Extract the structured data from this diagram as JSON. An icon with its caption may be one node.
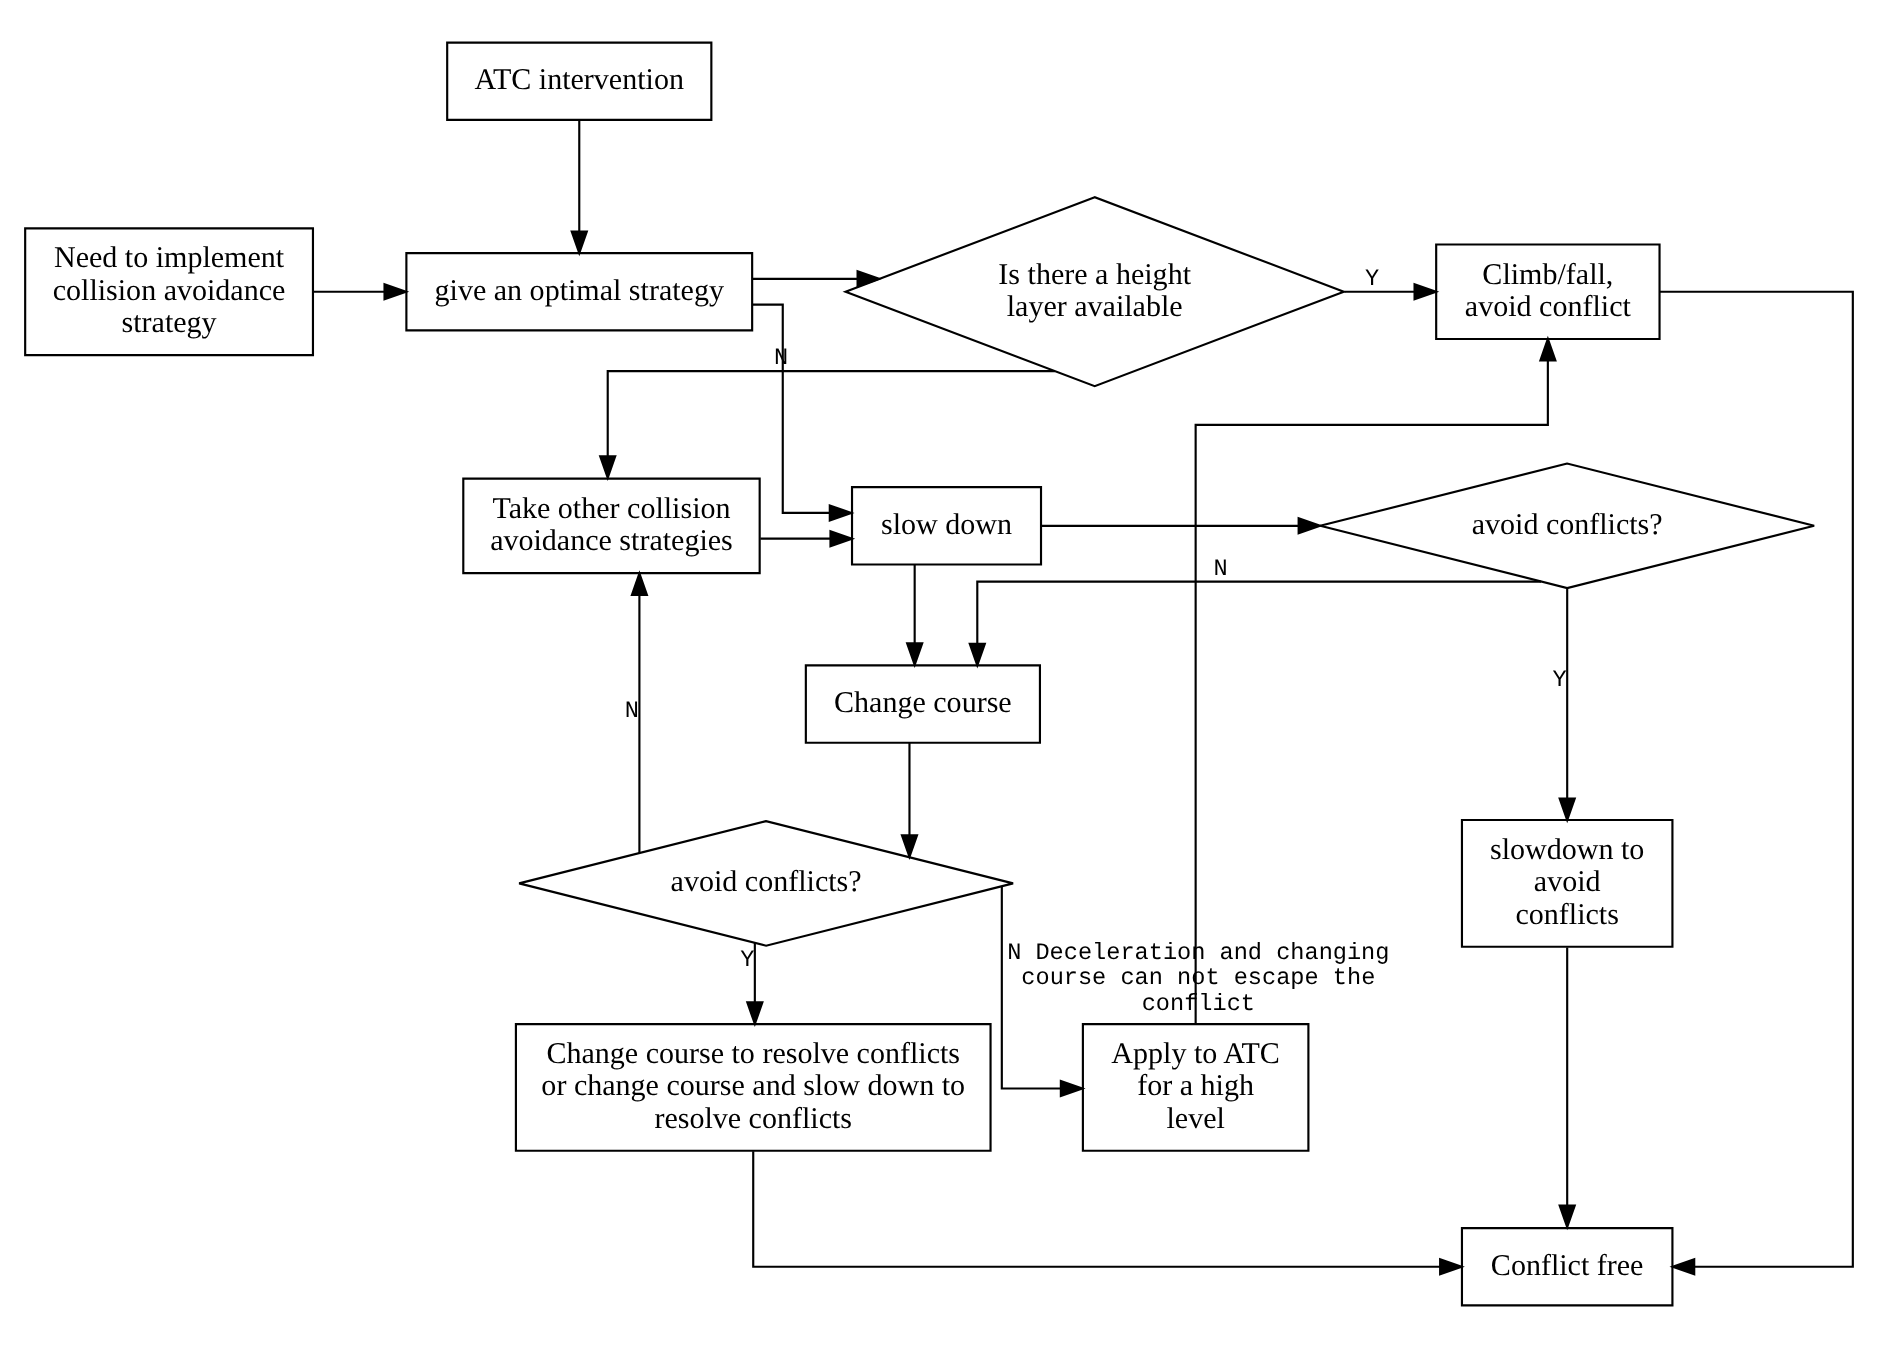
{
  "diagram": {
    "nodes": [
      {
        "text": [
          "ATC intervention"
        ]
      },
      {
        "text": [
          "Need to implement collision avoidance strategy"
        ]
      },
      {
        "text": [
          "give an optimal strategy"
        ]
      },
      {
        "text": [
          "Is there a height layer available"
        ]
      },
      {
        "text": [
          "Climb/fall, avoid conflict"
        ]
      },
      {
        "text": [
          "slow down"
        ]
      },
      {
        "text": [
          "Take other collision avoidance strategies"
        ]
      },
      {
        "text": [
          "avoid conflicts?"
        ]
      },
      {
        "text": [
          "slowdown to avoid conflicts"
        ]
      },
      {
        "text": [
          "Change course"
        ]
      },
      {
        "text": [
          "Apply to ATC for a high level"
        ]
      },
      {
        "text": [
          "avoid conflicts?"
        ]
      },
      {
        "text": [
          "Change course to resolve conflicts or change course and slow down to resolve conflicts"
        ]
      },
      {
        "text": [
          "Conflict free"
        ]
      }
    ],
    "edges": [
      {
        "from": 0,
        "to": 2,
        "arrow": "to"
      },
      {
        "from": 1,
        "to": 2,
        "arrow": "to"
      },
      {
        "from": 2,
        "to": 3,
        "arrow": "to"
      },
      {
        "from": 3,
        "to": 4,
        "arrow": "to",
        "label": "Y"
      },
      {
        "from": 3,
        "to": 6,
        "arrow": "to",
        "label": "N"
      },
      {
        "from": 2,
        "to": 5,
        "arrow": "to"
      },
      {
        "from": 6,
        "to": 5,
        "arrow": "to"
      },
      {
        "from": 5,
        "to": 7,
        "arrow": "to"
      },
      {
        "from": 7,
        "to": 8,
        "arrow": "to",
        "label": "Y"
      },
      {
        "from": 7,
        "to": 9,
        "arrow": "to",
        "label": "N"
      },
      {
        "from": 5,
        "to": 9,
        "arrow": "to"
      },
      {
        "from": 9,
        "to": 11,
        "arrow": "to"
      },
      {
        "from": 11,
        "to": 6,
        "arrow": "to",
        "label": "N"
      },
      {
        "from": 11,
        "to": 10,
        "arrow": "to",
        "label": "N Deceleration and changing course can not escape the conflict"
      },
      {
        "from": 10,
        "to": 4,
        "arrow": "to"
      },
      {
        "from": 11,
        "to": 12,
        "arrow": "to",
        "label": "Y"
      },
      {
        "from": 8,
        "to": 13,
        "arrow": "to"
      },
      {
        "from": 12,
        "to": 13,
        "arrow": "to"
      },
      {
        "from": 4,
        "to": 13,
        "arrow": "to"
      }
    ]
  }
}
